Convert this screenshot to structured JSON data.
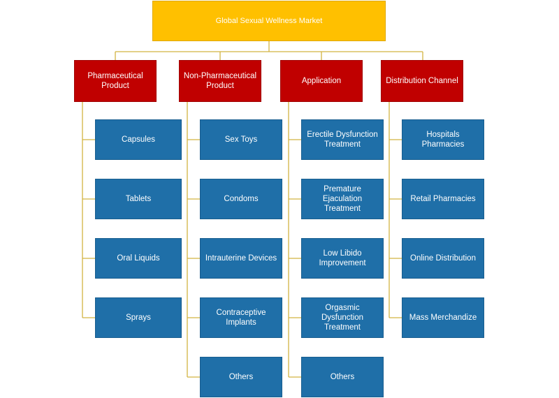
{
  "root": {
    "label": "Global Sexual Wellness Market"
  },
  "columns": [
    {
      "label": "Pharmaceutical Product",
      "children": [
        "Capsules",
        "Tablets",
        "Oral Liquids",
        "Sprays"
      ]
    },
    {
      "label": "Non-Pharmaceutical Product",
      "children": [
        "Sex Toys",
        "Condoms",
        "Intrauterine Devices",
        "Contraceptive Implants",
        "Others"
      ]
    },
    {
      "label": "Application",
      "children": [
        "Erectile Dysfunction Treatment",
        "Premature Ejaculation Treatment",
        "Low Libido Improvement",
        "Orgasmic Dysfunction Treatment",
        "Others"
      ]
    },
    {
      "label": "Distribution Channel",
      "children": [
        "Hospitals Pharmacies",
        "Retail Pharmacies",
        "Online Distribution",
        "Mass Merchandize"
      ]
    }
  ],
  "colors": {
    "root": "#ffc000",
    "category": "#c00000",
    "leaf": "#1f6fa8",
    "connector": "#d2b341"
  }
}
